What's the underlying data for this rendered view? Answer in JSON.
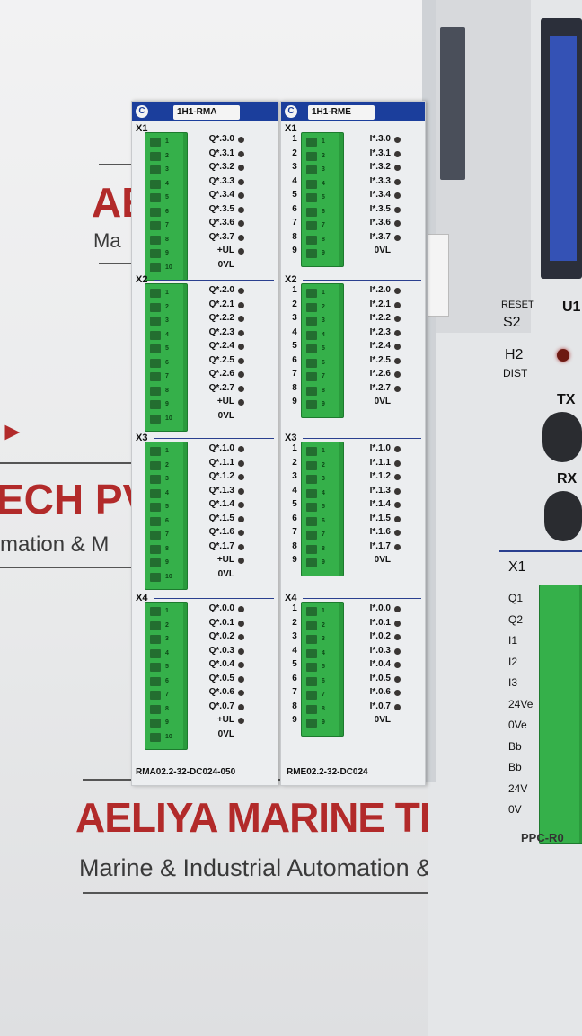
{
  "watermarks": {
    "company_top": "AE",
    "subtitle_top": "Ma",
    "company_mid": "ECH PV",
    "subtitle_mid": "mation & M",
    "company_bottom": "AELIYA MARINE TECH P",
    "subtitle_bottom": "Marine & Industrial Automation & Mach"
  },
  "module_left": {
    "tag": "1H1-RMA",
    "model": "RMA02.2-32-DC024-050",
    "groups": [
      {
        "name": "X1",
        "signals": [
          "Q*.3.0",
          "Q*.3.1",
          "Q*.3.2",
          "Q*.3.3",
          "Q*.3.4",
          "Q*.3.5",
          "Q*.3.6",
          "Q*.3.7",
          "+UL",
          "0VL"
        ]
      },
      {
        "name": "X2",
        "signals": [
          "Q*.2.0",
          "Q*.2.1",
          "Q*.2.2",
          "Q*.2.3",
          "Q*.2.4",
          "Q*.2.5",
          "Q*.2.6",
          "Q*.2.7",
          "+UL",
          "0VL"
        ]
      },
      {
        "name": "X3",
        "signals": [
          "Q*.1.0",
          "Q*.1.1",
          "Q*.1.2",
          "Q*.1.3",
          "Q*.1.4",
          "Q*.1.5",
          "Q*.1.6",
          "Q*.1.7",
          "+UL",
          "0VL"
        ]
      },
      {
        "name": "X4",
        "signals": [
          "Q*.0.0",
          "Q*.0.1",
          "Q*.0.2",
          "Q*.0.3",
          "Q*.0.4",
          "Q*.0.5",
          "Q*.0.6",
          "Q*.0.7",
          "+UL",
          "0VL"
        ]
      }
    ]
  },
  "module_right": {
    "tag": "1H1-RME",
    "model": "RME02.2-32-DC024",
    "groups": [
      {
        "name": "X1",
        "signals": [
          "I*.3.0",
          "I*.3.1",
          "I*.3.2",
          "I*.3.3",
          "I*.3.4",
          "I*.3.5",
          "I*.3.6",
          "I*.3.7",
          "0VL"
        ]
      },
      {
        "name": "X2",
        "signals": [
          "I*.2.0",
          "I*.2.1",
          "I*.2.2",
          "I*.2.3",
          "I*.2.4",
          "I*.2.5",
          "I*.2.6",
          "I*.2.7",
          "0VL"
        ]
      },
      {
        "name": "X3",
        "signals": [
          "I*.1.0",
          "I*.1.1",
          "I*.1.2",
          "I*.1.3",
          "I*.1.4",
          "I*.1.5",
          "I*.1.6",
          "I*.1.7",
          "0VL"
        ]
      },
      {
        "name": "X4",
        "signals": [
          "I*.0.0",
          "I*.0.1",
          "I*.0.2",
          "I*.0.3",
          "I*.0.4",
          "I*.0.5",
          "I*.0.6",
          "I*.0.7",
          "0VL"
        ]
      }
    ]
  },
  "controller": {
    "reset": "RESET",
    "s2": "S2",
    "u1": "U1",
    "h2": "H2",
    "dist": "DIST",
    "tx": "TX",
    "rx": "RX",
    "x1": "X1",
    "terminals": [
      "Q1",
      "Q2",
      "I1",
      "I2",
      "I3",
      "24Ve",
      "0Ve",
      "Bb",
      "Bb",
      "24V",
      "0V"
    ],
    "model_partial": "PPC-R0"
  },
  "colors": {
    "module_header": "#1b3e9c",
    "connector": "#35b04a",
    "watermark_red": "#b22a2a"
  }
}
